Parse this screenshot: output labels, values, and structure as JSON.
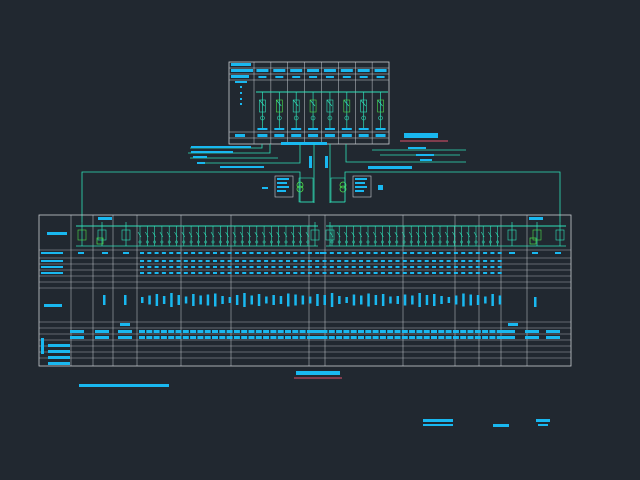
{
  "drawing": {
    "kind": "electrical single-line schematic (CAD drawing, dark model space)",
    "colors": {
      "background": "#212830",
      "frame_lines": "#c8ccd2",
      "busbar_lines": "#2fe0b8",
      "text_blocks": "#19b8f0",
      "accent_red": "#e0506a",
      "green_equipment": "#4ce04c"
    },
    "upper_panel": {
      "cubicle_count": 8
    },
    "lower_switchboard": {
      "column_widths": [
        32,
        22,
        20,
        24,
        44,
        50,
        78,
        16,
        78,
        52,
        24,
        22,
        26,
        20
      ],
      "section_label": "1#",
      "section_label_2": "2#"
    },
    "transformers": [
      {
        "name": "transformer-1-symbol"
      },
      {
        "name": "transformer-2-symbol"
      }
    ]
  }
}
